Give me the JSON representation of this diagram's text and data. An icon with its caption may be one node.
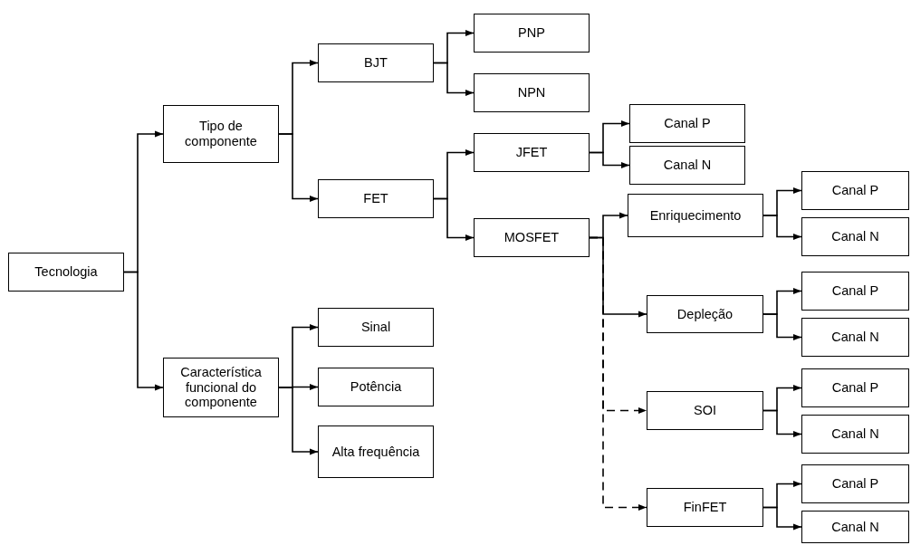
{
  "diagram": {
    "nodes": [
      {
        "text": [
          "Tecnologia"
        ]
      },
      {
        "text": [
          "Tipo de componente"
        ]
      },
      {
        "text": [
          "BJT"
        ]
      },
      {
        "text": [
          "PNP"
        ]
      },
      {
        "text": [
          "NPN"
        ]
      },
      {
        "text": [
          "FET"
        ]
      },
      {
        "text": [
          "JFET"
        ]
      },
      {
        "text": [
          "Canal P"
        ]
      },
      {
        "text": [
          "Canal N"
        ]
      },
      {
        "text": [
          "MOSFET"
        ]
      },
      {
        "text": [
          "Enriquecimento"
        ]
      },
      {
        "text": [
          "Canal P"
        ]
      },
      {
        "text": [
          "Canal N"
        ]
      },
      {
        "text": [
          "Depleção"
        ]
      },
      {
        "text": [
          "Canal P"
        ]
      },
      {
        "text": [
          "Canal N"
        ]
      },
      {
        "text": [
          "SOI"
        ]
      },
      {
        "text": [
          "Canal P"
        ]
      },
      {
        "text": [
          "Canal N"
        ]
      },
      {
        "text": [
          "FinFET"
        ]
      },
      {
        "text": [
          "Canal P"
        ]
      },
      {
        "text": [
          "Canal N"
        ]
      },
      {
        "text": [
          "Característica funcional do componente"
        ]
      },
      {
        "text": [
          "Sinal"
        ]
      },
      {
        "text": [
          "Potência"
        ]
      },
      {
        "text": [
          "Alta frequência"
        ]
      }
    ],
    "edges": [
      {
        "from": 0,
        "to": 1,
        "arrow": "to"
      },
      {
        "from": 0,
        "to": 22,
        "arrow": "to"
      },
      {
        "from": 1,
        "to": 2,
        "arrow": "to"
      },
      {
        "from": 1,
        "to": 5,
        "arrow": "to"
      },
      {
        "from": 2,
        "to": 3,
        "arrow": "to"
      },
      {
        "from": 2,
        "to": 4,
        "arrow": "to"
      },
      {
        "from": 5,
        "to": 6,
        "arrow": "to"
      },
      {
        "from": 5,
        "to": 9,
        "arrow": "to"
      },
      {
        "from": 6,
        "to": 7,
        "arrow": "to"
      },
      {
        "from": 6,
        "to": 8,
        "arrow": "to"
      },
      {
        "from": 9,
        "to": 10,
        "arrow": "to"
      },
      {
        "from": 9,
        "to": 13,
        "arrow": "to"
      },
      {
        "from": 9,
        "to": 16,
        "arrow": "to",
        "style": "dashed"
      },
      {
        "from": 9,
        "to": 19,
        "arrow": "to",
        "style": "dashed"
      },
      {
        "from": 10,
        "to": 11,
        "arrow": "to"
      },
      {
        "from": 10,
        "to": 12,
        "arrow": "to"
      },
      {
        "from": 13,
        "to": 14,
        "arrow": "to"
      },
      {
        "from": 13,
        "to": 15,
        "arrow": "to"
      },
      {
        "from": 16,
        "to": 17,
        "arrow": "to"
      },
      {
        "from": 16,
        "to": 18,
        "arrow": "to"
      },
      {
        "from": 19,
        "to": 20,
        "arrow": "to"
      },
      {
        "from": 19,
        "to": 21,
        "arrow": "to"
      },
      {
        "from": 22,
        "to": 23,
        "arrow": "to"
      },
      {
        "from": 22,
        "to": 24,
        "arrow": "to"
      },
      {
        "from": 22,
        "to": 25,
        "arrow": "to"
      }
    ]
  }
}
